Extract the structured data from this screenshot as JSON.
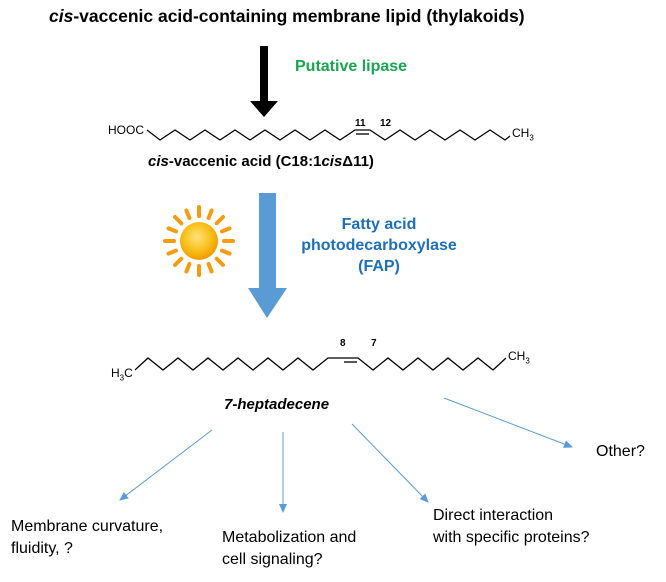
{
  "header": {
    "title_prefix": "cis",
    "title_rest": "-vaccenic acid-containing membrane lipid (thylakoids)"
  },
  "steps": {
    "lipase": "Putative lipase",
    "fap_line1": "Fatty acid",
    "fap_line2": "photodecarboxylase",
    "fap_line3": "(FAP)"
  },
  "fatty_acid": {
    "head_group": "HOOC",
    "tail": "CH",
    "tail_sub": "3",
    "pos_a": "11",
    "pos_b": "12",
    "name_italic": "cis",
    "name_mid": "-vaccenic acid (C18:1",
    "name_italic2": "cis",
    "name_end": "Δ11)"
  },
  "heptadecene": {
    "head": "H",
    "head_sub": "3",
    "head_c": "C",
    "tail": "CH",
    "tail_sub": "3",
    "pos_a": "8",
    "pos_b": "7",
    "name": "7-heptadecene"
  },
  "outcomes": {
    "membrane_l1": "Membrane curvature,",
    "membrane_l2": "fluidity, ?",
    "metab_l1": "Metabolization and",
    "metab_l2": "cell signaling?",
    "direct_l1": "Direct interaction",
    "direct_l2": "with specific proteins?",
    "other": "Other?"
  },
  "colors": {
    "lipase_text": "#1aa550",
    "fap_text": "#1f6fb8",
    "fap_arrow": "#5b9bd5",
    "outcome_arrows": "#5b9bd5",
    "sun_core": "#f7b500",
    "sun_rays": "#f39c12"
  }
}
